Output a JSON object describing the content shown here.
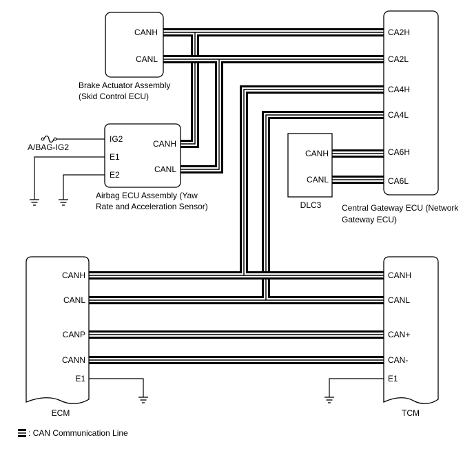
{
  "colors": {
    "line": "#000000",
    "background": "#ffffff"
  },
  "icons": {
    "fuse": "fuse-icon",
    "ground": "ground-icon"
  },
  "components": {
    "brake_actuator": {
      "label_lines": [
        "Brake Actuator Assembly",
        "(Skid Control ECU)"
      ],
      "pins": {
        "canh": "CANH",
        "canl": "CANL"
      }
    },
    "central_gateway": {
      "label_lines": [
        "Central Gateway ECU (Network",
        "Gateway ECU)"
      ],
      "pins": {
        "ca2h": "CA2H",
        "ca2l": "CA2L",
        "ca4h": "CA4H",
        "ca4l": "CA4L",
        "ca6h": "CA6H",
        "ca6l": "CA6L"
      }
    },
    "airbag_ecu": {
      "label_lines": [
        "Airbag ECU Assembly (Yaw",
        "Rate and Acceleration Sensor)"
      ],
      "pins": {
        "ig2": "IG2",
        "e1": "E1",
        "e2": "E2",
        "canh": "CANH",
        "canl": "CANL"
      }
    },
    "fuse": {
      "label": "A/BAG-IG2"
    },
    "dlc3": {
      "label": "DLC3",
      "pins": {
        "canh": "CANH",
        "canl": "CANL"
      }
    },
    "ecm": {
      "label": "ECM",
      "pins": {
        "canh": "CANH",
        "canl": "CANL",
        "canp": "CANP",
        "cann": "CANN",
        "e1": "E1"
      }
    },
    "tcm": {
      "label": "TCM",
      "pins": {
        "canh": "CANH",
        "canl": "CANL",
        "can_plus": "CAN+",
        "can_minus": "CAN-",
        "e1": "E1"
      }
    }
  },
  "legend": {
    "text": ": CAN Communication Line"
  }
}
